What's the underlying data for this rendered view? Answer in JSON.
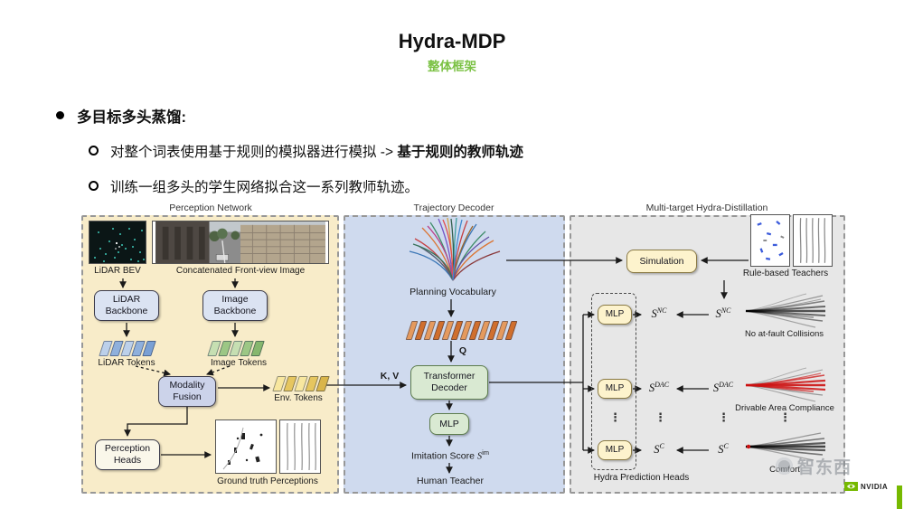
{
  "slide": {
    "title": "Hydra-MDP",
    "subtitle": "整体框架"
  },
  "bullets": {
    "item1": "多目标多头蒸馏:",
    "item2_text": "对整个词表使用基于规则的模拟器进行模拟 -> ",
    "item2_bold": "基于规则的教师轨迹",
    "item3": "训练一组多头的学生网络拟合这一系列教师轨迹。"
  },
  "perception": {
    "title": "Perception Network",
    "lidar_bev": "LiDAR BEV",
    "frontview": "Concatenated Front-view Image",
    "lidar_backbone": "LiDAR\nBackbone",
    "image_backbone": "Image\nBackbone",
    "lidar_tokens": "LiDAR Tokens",
    "image_tokens": "Image Tokens",
    "modality_fusion": "Modality\nFusion",
    "env_tokens": "Env. Tokens",
    "perception_heads": "Perception\nHeads",
    "ground_truth": "Ground truth Perceptions"
  },
  "decoder": {
    "title": "Trajectory Decoder",
    "planning_vocab": "Planning Vocabulary",
    "q": "Q",
    "kv": "K, V",
    "transformer": "Transformer\nDecoder",
    "mlp": "MLP",
    "imitation_text": "Imitation Score ",
    "score_base": "S",
    "imitation_sup": "im",
    "human_teacher": "Human Teacher"
  },
  "distillation": {
    "title": "Multi-target Hydra-Distillation",
    "simulation": "Simulation",
    "teachers": "Rule-based Teachers",
    "heads_label": "Hydra Prediction Heads",
    "score_base": "S",
    "dots": "⋮",
    "rows": [
      {
        "mlp": "MLP",
        "sup": "NC",
        "caption": "No at-fault Collisions"
      },
      {
        "mlp": "MLP",
        "sup": "DAC",
        "caption": "Drivable Area Compliance"
      },
      {
        "mlp": "MLP",
        "sup": "C",
        "caption": "Comfort"
      }
    ]
  },
  "footer": {
    "watermark": "智东西",
    "brand": "NVIDIA"
  },
  "colors": {
    "nvidia_green": "#76b900",
    "subtitle_green": "#7ac143",
    "panel_perception": "#f8ecc9",
    "panel_decoder": "#cfdaee",
    "panel_distillation": "#e7e7e7"
  }
}
